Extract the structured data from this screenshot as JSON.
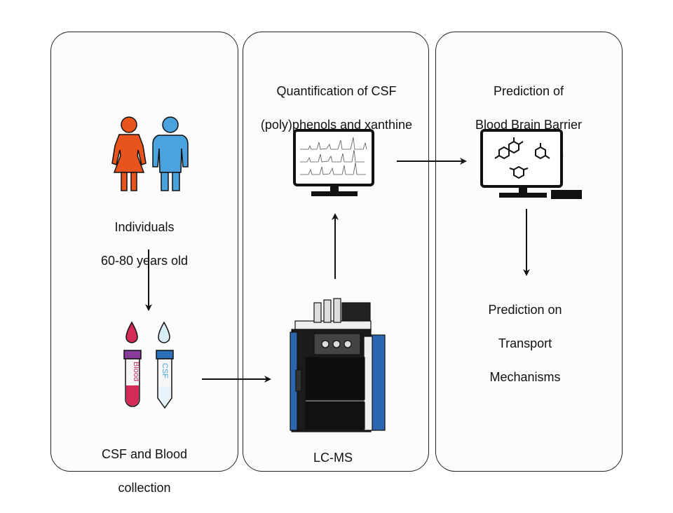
{
  "panels": [
    {
      "id": "sampling",
      "labels": {
        "individuals_line1": "Individuals",
        "individuals_line2": "60-80 years old",
        "collection_line1": "CSF and Blood",
        "collection_line2": "collection"
      },
      "tube_labels": {
        "blood": "Blood",
        "csf": "CSF"
      }
    },
    {
      "id": "analysis",
      "labels": {
        "title_line1": "Quantification of CSF",
        "title_line2": "(poly)phenols and xanthine",
        "title_line3": "metabolites",
        "instrument": "LC-MS"
      }
    },
    {
      "id": "prediction",
      "labels": {
        "title_line1": "Prediction of",
        "title_line2": "Blood Brain Barrier",
        "title_line3": "Permeability",
        "result_line1": "Prediction on",
        "result_line2": "Transport",
        "result_line3": "Mechanisms"
      }
    }
  ],
  "colors": {
    "female": "#e8541c",
    "male": "#4aa3dc",
    "blood_drop": "#d42a57",
    "csf_drop": "#d8ecf6",
    "blood_cap": "#8a3a9a",
    "csf_cap": "#2d6fb8",
    "instrument_blue": "#2d66b0"
  }
}
